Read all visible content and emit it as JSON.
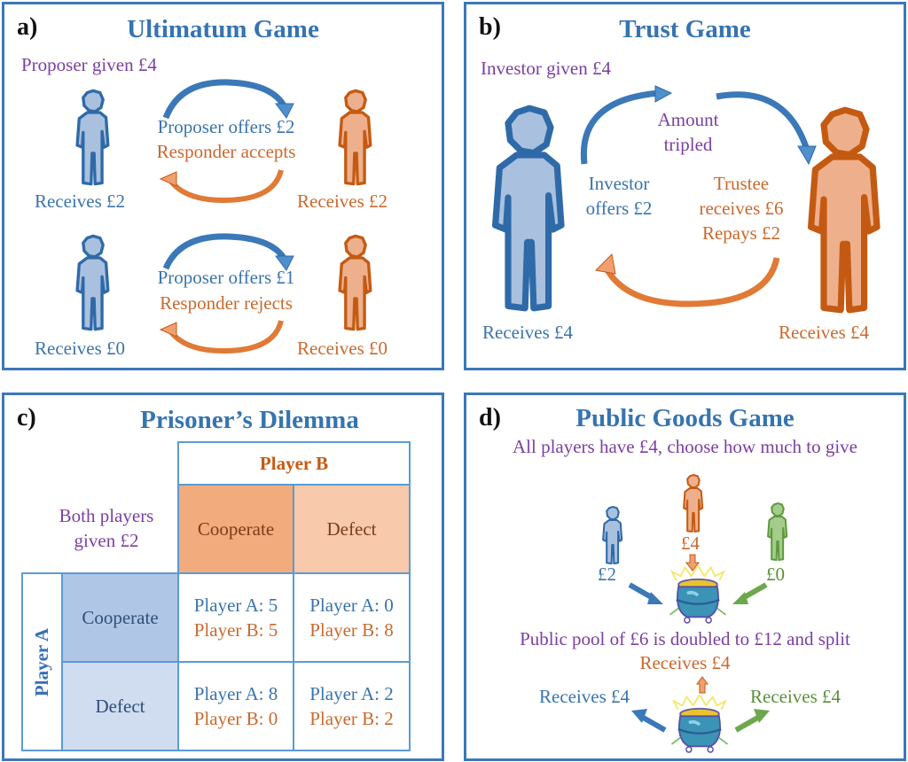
{
  "colors": {
    "panel_border": "#3b78b8",
    "title_blue": "#3674b0",
    "text_blue": "#3a73ad",
    "text_orange": "#c9692e",
    "text_purple": "#7b3fa1",
    "text_green": "#5c8f3a",
    "figure_blue_fill": "#a9c1de",
    "figure_blue_stroke": "#2f6aa8",
    "figure_orange_fill": "#eeb08c",
    "figure_orange_stroke": "#c45a12",
    "figure_green_fill": "#a6cc8c",
    "figure_green_stroke": "#5f9a40",
    "table_border": "#5b9bd5",
    "coop_b_fill": "#f2ab7d",
    "defect_b_fill": "#f8c9ab",
    "coop_a_fill": "#b0c6e6",
    "defect_a_fill": "#d0dcf0"
  },
  "panel_a": {
    "letter": "a)",
    "title": "Ultimatum Game",
    "given": "Proposer given £4",
    "round1": {
      "offer": "Proposer offers £2",
      "response": "Responder accepts",
      "proposer_receives": "Receives £2",
      "responder_receives": "Receives £2"
    },
    "round2": {
      "offer": "Proposer offers £1",
      "response": "Responder rejects",
      "proposer_receives": "Receives £0",
      "responder_receives": "Receives £0"
    }
  },
  "panel_b": {
    "letter": "b)",
    "title": "Trust Game",
    "given": "Investor given £4",
    "tripled_line1": "Amount",
    "tripled_line2": "tripled",
    "investor_line1": "Investor",
    "investor_line2": "offers £2",
    "trustee_line1": "Trustee",
    "trustee_line2": "receives £6",
    "trustee_line3": "Repays £2",
    "investor_receives": "Receives £4",
    "trustee_receives": "Receives £4"
  },
  "panel_c": {
    "letter": "c)",
    "title": "Prisoner’s Dilemma",
    "given_line1": "Both players",
    "given_line2": "given £2",
    "player_b": "Player B",
    "player_a": "Player A",
    "col_headers": [
      "Cooperate",
      "Defect"
    ],
    "row_headers": [
      "Cooperate",
      "Defect"
    ],
    "payoffs": [
      [
        {
          "a": "Player A: 5",
          "b": "Player B: 5"
        },
        {
          "a": "Player A: 0",
          "b": "Player B: 8"
        }
      ],
      [
        {
          "a": "Player A: 8",
          "b": "Player B: 0"
        },
        {
          "a": "Player A: 2",
          "b": "Player B: 2"
        }
      ]
    ]
  },
  "panel_d": {
    "letter": "d)",
    "title": "Public Goods Game",
    "subtitle": "All players have £4, choose how much to give",
    "blue_gives": "£2",
    "orange_gives": "£4",
    "green_gives": "£0",
    "pool_text": "Public pool of £6 is doubled to £12 and split",
    "orange_receives": "Receives £4",
    "blue_receives": "Receives £4",
    "green_receives": "Receives £4"
  },
  "icons": {
    "person": "person-figure-icon",
    "pot": "pot-of-gold-icon",
    "arrow": "curved-arrow-icon"
  }
}
